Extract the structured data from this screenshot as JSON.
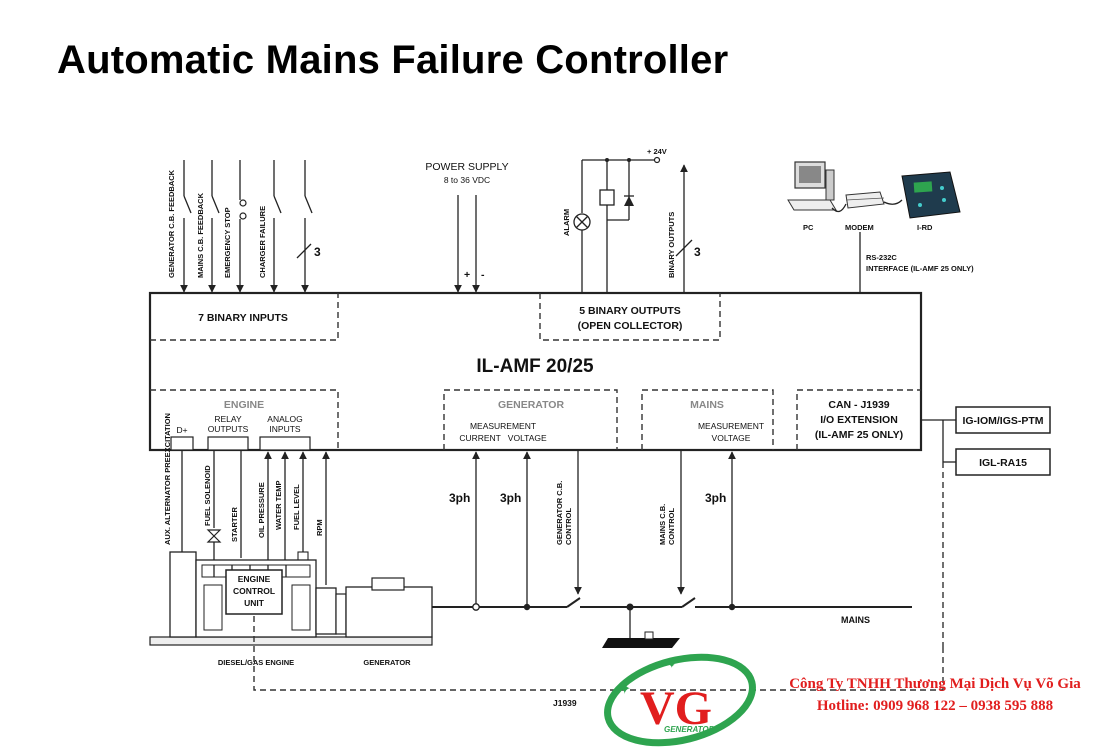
{
  "title": "Automatic Mains Failure Controller",
  "controller": {
    "model": "IL-AMF 20/25",
    "binary_inputs": "7 BINARY INPUTS",
    "binary_outputs_1": "5 BINARY OUTPUTS",
    "binary_outputs_2": "(OPEN COLLECTOR)",
    "engine": "ENGINE",
    "d_plus": "D+",
    "relay_outputs_1": "RELAY",
    "relay_outputs_2": "OUTPUTS",
    "analog_inputs_1": "ANALOG",
    "analog_inputs_2": "INPUTS",
    "generator": "GENERATOR",
    "gen_measurement": "MEASUREMENT",
    "gen_current_voltage": "CURRENT   VOLTAGE",
    "mains": "MAINS",
    "mains_measurement": "MEASUREMENT",
    "mains_voltage": "VOLTAGE",
    "can_1": "CAN - J1939",
    "can_2": "I/O EXTENSION",
    "can_3": "(IL-AMF 25 ONLY)"
  },
  "inputs": [
    "GENERATOR C.B. FEEDBACK",
    "MAINS C.B. FEEDBACK",
    "EMERGENCY STOP",
    "CHARGER FAILURE"
  ],
  "input_count": "3",
  "power_supply": {
    "label": "POWER SUPPLY",
    "range": "8 to 36 VDC",
    "plus": "+",
    "minus": "-"
  },
  "outputs": {
    "supply": "+ 24V",
    "alarm": "ALARM",
    "binary_outputs": "BINARY OUTPUTS",
    "count": "3"
  },
  "comms": {
    "pc": "PC",
    "modem": "MODEM",
    "ird": "I-RD",
    "rs232_1": "RS-232C",
    "rs232_2": "INTERFACE (IL-AMF 25 ONLY)"
  },
  "extensions": [
    "IG-IOM/IGS-PTM",
    "IGL-RA15"
  ],
  "engine_signals": [
    "AUX. ALTERNATOR PREEXCITATION",
    "FUEL SOLENOID",
    "STARTER",
    "OIL PRESSURE",
    "WATER TEMP",
    "FUEL LEVEL",
    "RPM"
  ],
  "engine": {
    "ecu_1": "ENGINE",
    "ecu_2": "CONTROL",
    "ecu_3": "UNIT",
    "engine_label": "DIESEL/GAS ENGINE",
    "generator_label": "GENERATOR",
    "j1939": "J1939"
  },
  "power": {
    "phase1": "3ph",
    "phase2": "3ph",
    "phase3": "3ph",
    "gen_cb_1": "GENERATOR C.B.",
    "gen_cb_2": "CONTROL",
    "mains_cb_1": "MAINS C.B.",
    "mains_cb_2": "CONTROL",
    "mains": "MAINS"
  },
  "company": {
    "name": "Công Ty TNHH Thương Mại Dịch Vụ Võ Gia",
    "hotline": "Hotline: 0909 968 122 – 0938 595 888",
    "logo_text": "VG",
    "logo_sub": "GENERATOR"
  },
  "colors": {
    "brand_red": "#e11e1e",
    "logo_green": "#2ea44f"
  }
}
